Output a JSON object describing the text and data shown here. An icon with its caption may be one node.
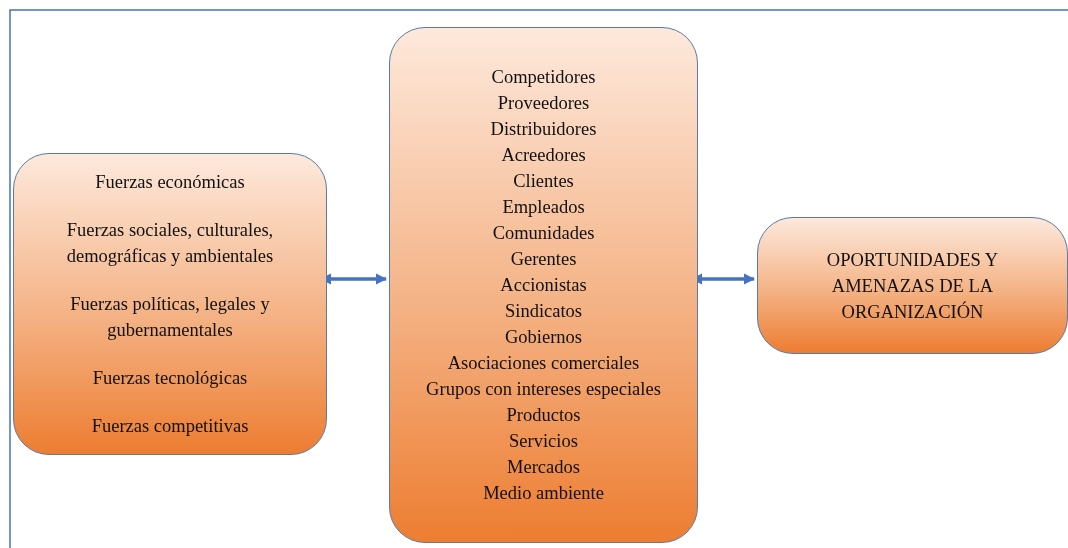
{
  "diagram": {
    "nodes": [
      {
        "text": [
          "Fuerzas económicas",
          "Fuerzas sociales, culturales, demográficas y ambientales",
          "Fuerzas políticas, legales y gubernamentales",
          "Fuerzas tecnológicas",
          "Fuerzas competitivas"
        ]
      },
      {
        "text": [
          "Competidores",
          "Proveedores",
          "Distribuidores",
          "Acreedores",
          "Clientes",
          "Empleados",
          "Comunidades",
          "Gerentes",
          "Accionistas",
          "Sindicatos",
          "Gobiernos",
          "Asociaciones comerciales",
          "Grupos con intereses especiales",
          "Productos",
          "Servicios",
          "Mercados",
          "Medio ambiente"
        ]
      },
      {
        "text": [
          "OPORTUNIDADES Y AMENAZAS DE LA ORGANIZACIÓN"
        ]
      }
    ],
    "edges": [
      {
        "from": 0,
        "to": 1,
        "arrow": "both"
      },
      {
        "from": 1,
        "to": 2,
        "arrow": "both"
      }
    ]
  }
}
